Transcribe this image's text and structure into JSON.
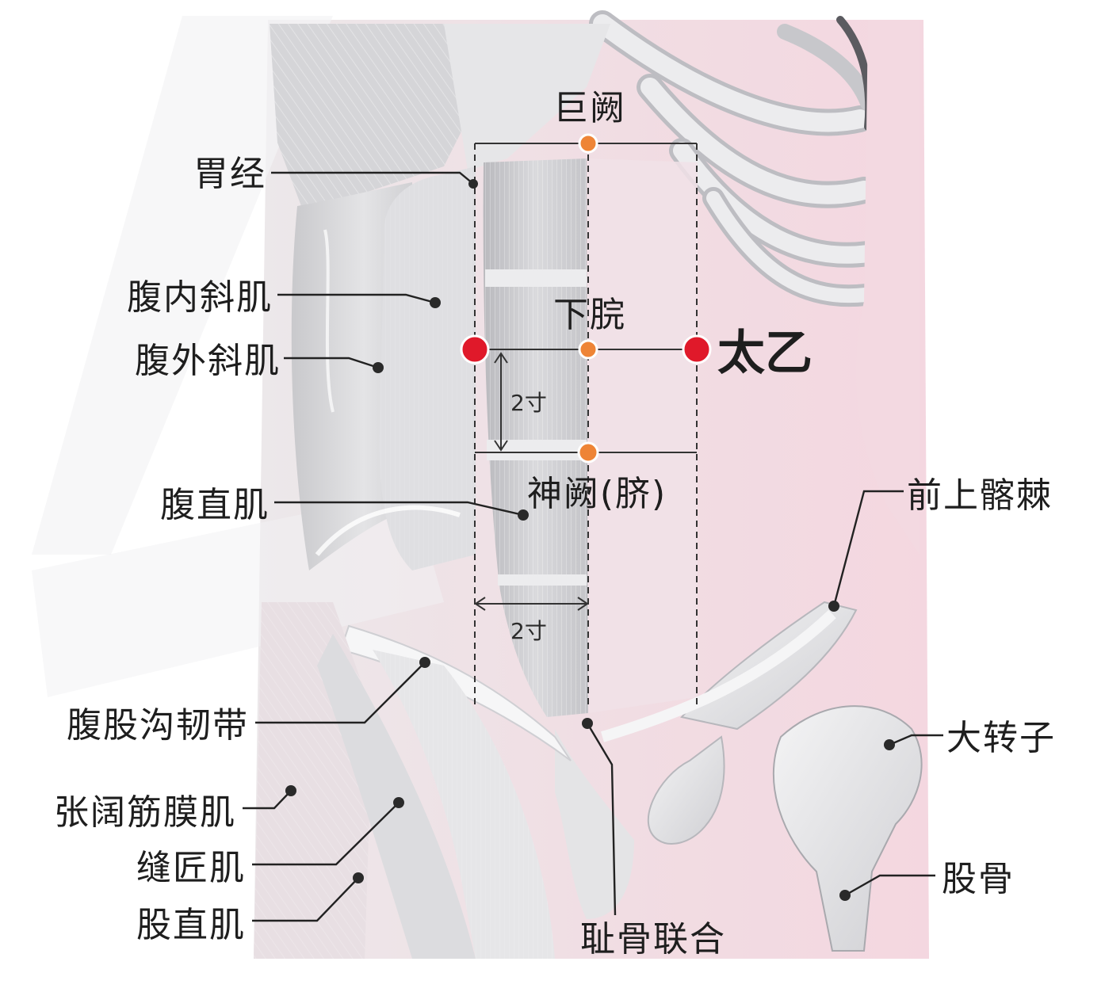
{
  "points": {
    "juque": "巨阙",
    "xiawan": "下脘",
    "shenque": "神阙(脐)",
    "taiyi": "太乙"
  },
  "labels": {
    "weijing": "胃经",
    "funeixieji": "腹内斜肌",
    "fuwaixieji": "腹外斜肌",
    "fuzhiji": "腹直肌",
    "fugugoudai": "腹股沟韧带",
    "zhangkuojinmoji": "张阔筋膜肌",
    "fengjiangji": "缝匠肌",
    "guzhiji": "股直肌",
    "qianshangqiaoji": "前上髂棘",
    "dazhuanzi": "大转子",
    "gugu": "股骨",
    "chigulianhe": "耻骨联合"
  },
  "measures": {
    "vertical": "2寸",
    "horizontal": "2寸"
  },
  "colors": {
    "acupoint_red": "#e0192a",
    "reference_orange": "#ee8436",
    "background_pink": "#f3dbe2",
    "muscle_gray": "#cfcfd2"
  }
}
